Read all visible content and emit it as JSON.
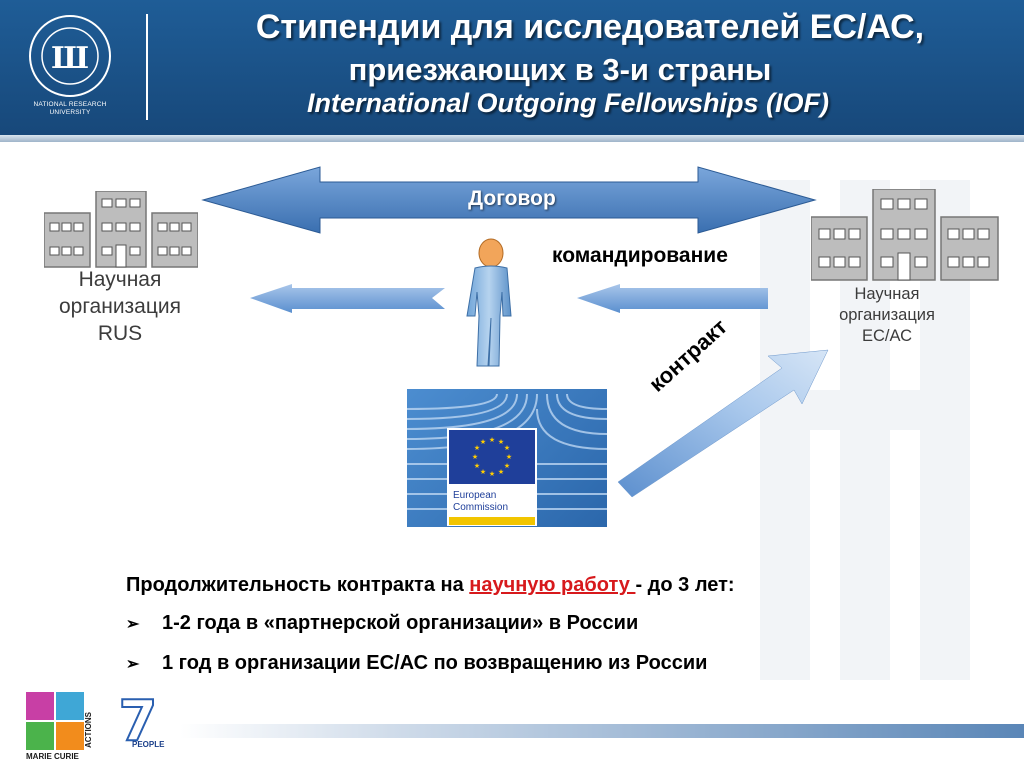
{
  "header": {
    "title_line1": "Стипендии для исследователей ЕС/АС,",
    "title_line2": "приезжающих в 3-и страны",
    "title_line3": "International Outgoing Fellowships (IOF)",
    "logo_text_line1": "NATIONAL RESEARCH",
    "logo_text_line2": "UNIVERSITY",
    "logo_monogram": "Ш",
    "colors": {
      "background": "#1f5d97",
      "text": "#ffffff"
    }
  },
  "diagram": {
    "dogovor": "Договор",
    "komandirovanie": "командирование",
    "kontrakt": "контракт",
    "org_rus": [
      "Научная",
      "организация",
      "RUS"
    ],
    "org_ec": [
      "Научная",
      "организация",
      "ЕС/АС"
    ],
    "ec_logo": [
      "European",
      "Commission"
    ],
    "colors": {
      "arrow": "#4a7dbd",
      "arrow_light": "#8fb3dd"
    }
  },
  "body": {
    "intro_before": "Продолжительность контракта на ",
    "intro_highlight": "научную работу ",
    "intro_after": " - до 3 лет:",
    "bullets": [
      "1-2 года в «партнерской организации» в России",
      "1 год в организации ЕС/АС по возвращению из России"
    ],
    "highlight_color": "#d7191c"
  },
  "footer": {
    "marie_curie": "MARIE CURIE",
    "actions": "ACTIONS",
    "fp7_number": "7",
    "people": "PEOPLE"
  }
}
